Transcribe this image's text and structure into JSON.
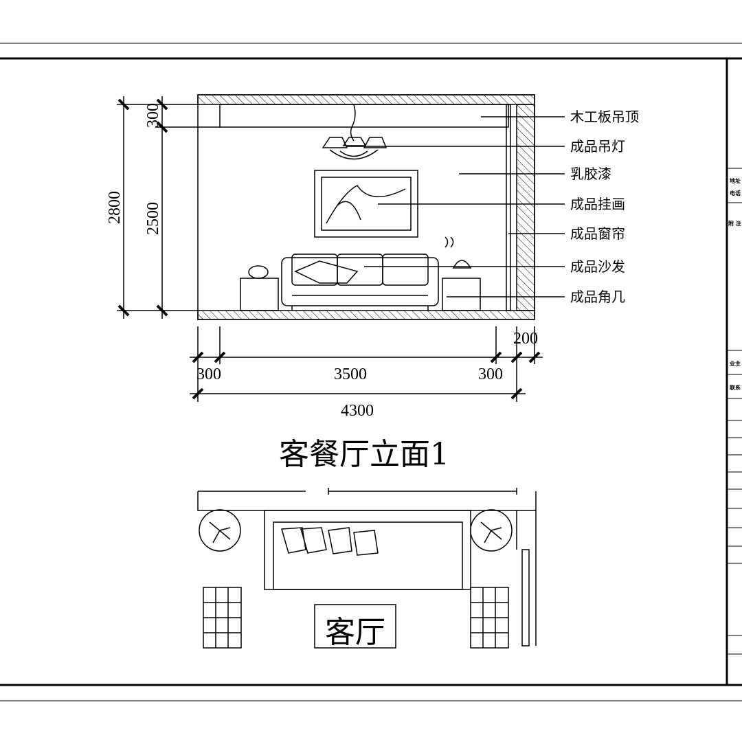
{
  "drawing": {
    "title": "客餐厅立面1",
    "callouts": [
      "木工板吊顶",
      "成品吊灯",
      "乳胶漆",
      "成品挂画",
      "成品窗帘",
      "成品沙发",
      "成品角几"
    ],
    "dimensions": {
      "vertical": {
        "total": "2800",
        "ceiling": "300",
        "wall": "2500"
      },
      "horizontal": {
        "left": "300",
        "middle": "3500",
        "right": "300",
        "wall": "200",
        "total": "4300"
      }
    },
    "plan_sign": "客厅"
  },
  "title_block": {
    "rows": [
      "地址",
      "电话",
      "附 注",
      "业主",
      "联系"
    ]
  }
}
